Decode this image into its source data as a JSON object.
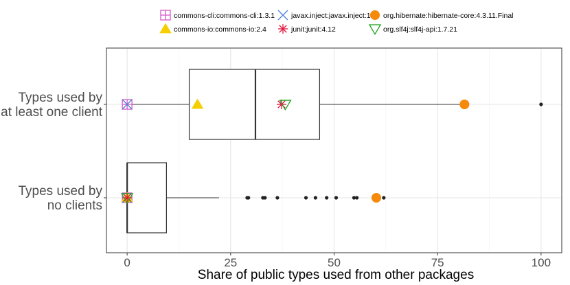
{
  "chart_data": {
    "type": "boxplot",
    "orientation": "horizontal",
    "xlabel": "Share of public types used from other packages",
    "xlim": [
      -5,
      105
    ],
    "xticks": [
      0,
      25,
      50,
      75,
      100
    ],
    "xtick_labels": [
      "0",
      "25",
      "50",
      "75",
      "100"
    ],
    "grid": true,
    "legend_position": "top",
    "categories": [
      {
        "line1": "Types used by",
        "line2": "at least one client"
      },
      {
        "line1": "Types used by",
        "line2": "no clients"
      }
    ],
    "boxes": [
      {
        "category_index": 0,
        "whisker_low": 0,
        "q1": 15,
        "median": 31,
        "q3": 46.5,
        "whisker_high": 81.5,
        "outliers": [
          100
        ]
      },
      {
        "category_index": 1,
        "whisker_low": 0,
        "q1": 0,
        "median": 0,
        "q3": 9.5,
        "whisker_high": 22.2,
        "outliers": [
          29,
          29.3,
          32.8,
          33.3,
          36.3,
          43.2,
          45.5,
          48.2,
          50.5,
          54.8,
          55.5,
          62
        ]
      }
    ],
    "series": [
      {
        "name": "commons-cli:commons-cli:1.3.1",
        "marker": "square-plus",
        "color": "#d458c8",
        "points": [
          {
            "category_index": 0,
            "x": 0
          },
          {
            "category_index": 1,
            "x": 0
          }
        ]
      },
      {
        "name": "commons-io:commons-io:2.4",
        "marker": "triangle",
        "color": "#f5cf00",
        "points": [
          {
            "category_index": 0,
            "x": 17
          },
          {
            "category_index": 1,
            "x": 0
          }
        ]
      },
      {
        "name": "javax.inject:javax.inject:1",
        "marker": "x",
        "color": "#4f83d8",
        "points": [
          {
            "category_index": 0,
            "x": 0
          },
          {
            "category_index": 1,
            "x": 0
          }
        ]
      },
      {
        "name": "junit:junit:4.12",
        "marker": "asterisk",
        "color": "#e0173f",
        "points": [
          {
            "category_index": 0,
            "x": 37.3
          },
          {
            "category_index": 1,
            "x": 0
          }
        ]
      },
      {
        "name": "org.hibernate:hibernate-core:4.3.11.Final",
        "marker": "circle",
        "color": "#f58a0c",
        "points": [
          {
            "category_index": 0,
            "x": 81.5
          },
          {
            "category_index": 1,
            "x": 60.2
          }
        ]
      },
      {
        "name": "org.slf4j:slf4j-api:1.7.21",
        "marker": "triangle-down",
        "color": "#1ea01e",
        "points": [
          {
            "category_index": 0,
            "x": 38.2
          },
          {
            "category_index": 1,
            "x": 0
          }
        ]
      }
    ]
  }
}
